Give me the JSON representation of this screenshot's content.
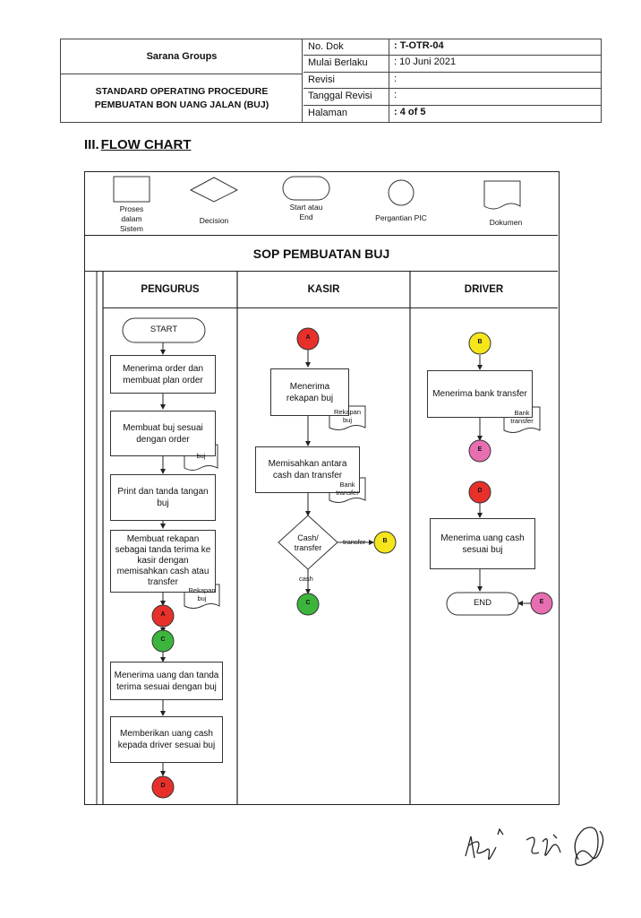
{
  "header": {
    "company": "Sarana Groups",
    "title_line1": "STANDARD OPERATING PROCEDURE",
    "title_line2": "PEMBUATAN BON UANG JALAN (BUJ)",
    "rows": [
      {
        "label": "No. Dok",
        "value": ": T-OTR-04"
      },
      {
        "label": "Mulai Berlaku",
        "value": ": 10 Juni 2021"
      },
      {
        "label": "Revisi",
        "value": ":"
      },
      {
        "label": "Tanggal Revisi",
        "value": ":"
      },
      {
        "label": "Halaman",
        "value": ": 4 of 5"
      }
    ]
  },
  "section": {
    "number": "III.",
    "title": "FLOW CHART"
  },
  "legend": {
    "proses": "Proses dalam Sistem",
    "decision": "Decision",
    "start_end": "Start atau End",
    "pergantian": "Pergantian PIC",
    "dokumen": "Dokumen"
  },
  "sop_title": "SOP PEMBUATAN BUJ",
  "lanes": {
    "pengurus": "PENGURUS",
    "kasir": "KASIR",
    "driver": "DRIVER"
  },
  "pengurus": {
    "start": "START",
    "step1": "Menerima order dan membuat plan order",
    "step2": "Membuat buj sesuai dengan order",
    "doc2": "buj",
    "step3": "Print dan tanda tangan buj",
    "step4": "Membuat rekapan sebagai tanda terima ke kasir dengan memisahkan cash atau transfer",
    "doc4_line1": "Rekapan",
    "doc4_line2": "buj",
    "conn_a": "A",
    "conn_c": "C",
    "step5": "Menerima uang dan tanda terima sesuai dengan buj",
    "step6": "Memberikan uang cash kepada driver sesuai buj",
    "conn_d": "D"
  },
  "kasir": {
    "conn_a": "A",
    "step1": "Menerima rekapan buj",
    "doc1_line1": "Rekapan",
    "doc1_line2": "buj",
    "step2": "Memisahkan antara cash dan transfer",
    "doc2_line1": "Bank",
    "doc2_line2": "transfer",
    "decision": "Cash/ transfer",
    "transfer_label": "transfer",
    "cash_label": "cash",
    "conn_b": "B",
    "conn_c": "C"
  },
  "driver": {
    "conn_b": "B",
    "step1": "Menerima bank transfer",
    "doc1_line1": "Bank",
    "doc1_line2": "transfer",
    "conn_e": "E",
    "conn_d": "D",
    "step2": "Menerima uang cash sesuai buj",
    "end": "END",
    "conn_e2": "E"
  },
  "colors": {
    "conn_a": "#e8302a",
    "conn_b": "#f5e51b",
    "conn_c": "#3db53d",
    "conn_d": "#e8302a",
    "conn_e": "#e76fb1"
  }
}
